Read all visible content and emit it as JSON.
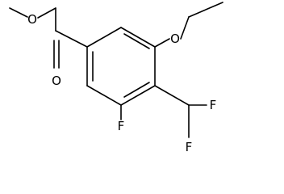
{
  "molecule": {
    "atoms": {
      "carbonyl_oxygen": "O",
      "ester_oxygen": "O",
      "ether_oxygen": "O",
      "ring_fluorine": "F",
      "difluoromethyl_fluorine_1": "F",
      "difluoromethyl_fluorine_2": "F"
    }
  }
}
